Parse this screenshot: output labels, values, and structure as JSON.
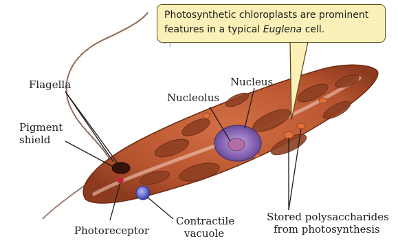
{
  "callout": {
    "line1": "Photosynthetic chloroplasts are prominent",
    "line2_prefix": "features in a typical ",
    "line2_italic": "Euglena",
    "line2_suffix": " cell."
  },
  "labels": {
    "flagella": "Flagella",
    "pigment_shield_line1": "Pigment",
    "pigment_shield_line2": "shield",
    "nucleolus": "Nucleolus",
    "nucleus": "Nucleus",
    "photoreceptor": "Photoreceptor",
    "contractile_vacuole_line1": "Contractile",
    "contractile_vacuole_line2": "vacuole",
    "stored_polysaccharides_line1": "Stored polysaccharides",
    "stored_polysaccharides_line2": "from photosynthesis"
  },
  "colors": {
    "cell_body": "#b5532f",
    "chloroplast": "#8e3f22",
    "nucleus": "#7a5aa6",
    "vacuole": "#4f55c8",
    "photoreceptor": "#c82838",
    "callout_fill": "#fbf1b8"
  }
}
